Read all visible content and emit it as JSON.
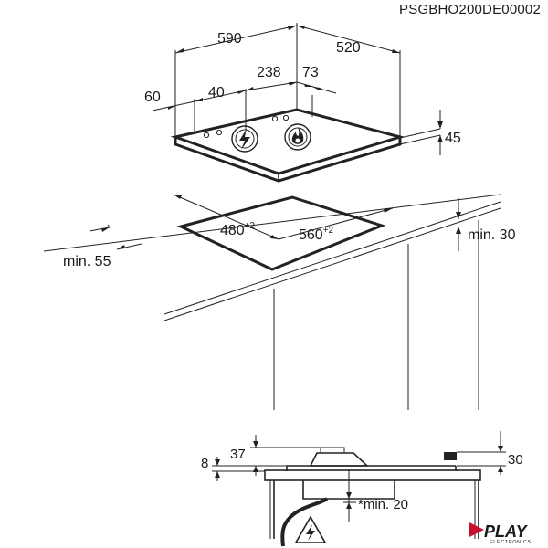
{
  "document_code": "PSGBHO200DE00002",
  "top_view": {
    "width_label": "590",
    "depth_label": "520",
    "burner_offset_label": "238",
    "burner_side_label": "73",
    "front_offset_label": "60",
    "front_inner_label": "40",
    "height_label": "45"
  },
  "cutout": {
    "depth_value": "480",
    "depth_tolerance": "+2",
    "width_value": "560",
    "width_tolerance": "+2",
    "front_clearance_label": "min. 55",
    "rear_clearance_label": "min. 30"
  },
  "side_view": {
    "left_height_label": "8",
    "top_height_label": "37",
    "right_height_label": "30",
    "cable_clearance_label": "*min. 20"
  },
  "logo": {
    "brand": "PLAY",
    "sub": "ELECTRONICS"
  }
}
